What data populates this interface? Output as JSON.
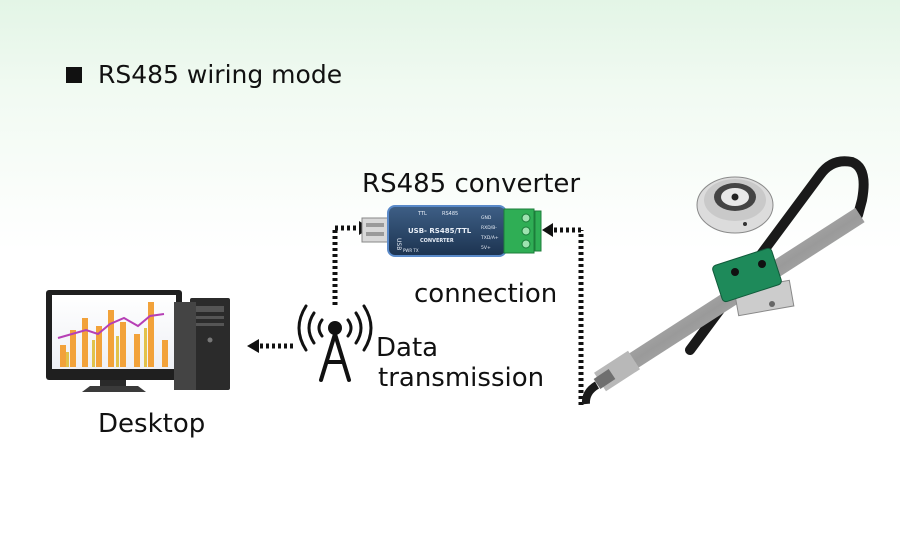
{
  "heading": "RS485 wiring mode",
  "labels": {
    "converter": "RS485 converter",
    "connection": "connection",
    "data_line1": "Data",
    "data_line2": "transmission",
    "desktop": "Desktop"
  },
  "converter_device": {
    "top_left": "TTL",
    "top_right": "RS485",
    "usb_text": "USB",
    "title": "USB- RS485/TTL",
    "subtitle": "CONVERTER",
    "leds": "PWR  TX",
    "pins": [
      "GND",
      "RXD/B-",
      "TXD/A+",
      "5V+"
    ]
  },
  "colors": {
    "background_top": "#e3f5e6",
    "terminal_green": "#2fae55",
    "sensor_clamp": "#1e8a5a",
    "chart_orange": "#f2a23a",
    "chart_purple": "#b63fb5"
  }
}
